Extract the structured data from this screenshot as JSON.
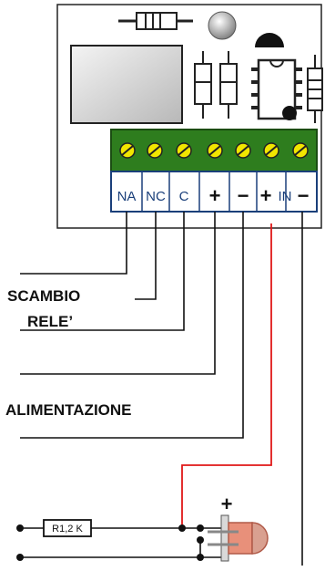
{
  "terminals": {
    "na": "NA",
    "nc": "NC",
    "c": "C",
    "plus1": "+",
    "minus1": "−",
    "plus2": "+",
    "in": "IN",
    "minus2": "−"
  },
  "labels": {
    "scambio_line1": "SCAMBIO",
    "scambio_line2": "RELE’",
    "alimentazione": "ALIMENTAZIONE",
    "resistor": "R1,2 K",
    "led_plus": "+"
  },
  "colors": {
    "board": "#ffffff",
    "terminal_block": "#2e7d1e",
    "screw": "#f2e600",
    "label_strip_border": "#1a3f7a",
    "signal_wire": "#e01818",
    "wire": "#111111",
    "led_body": "#e8907a",
    "led_lens": "#d9a090",
    "relay": "#dcdcdc"
  }
}
